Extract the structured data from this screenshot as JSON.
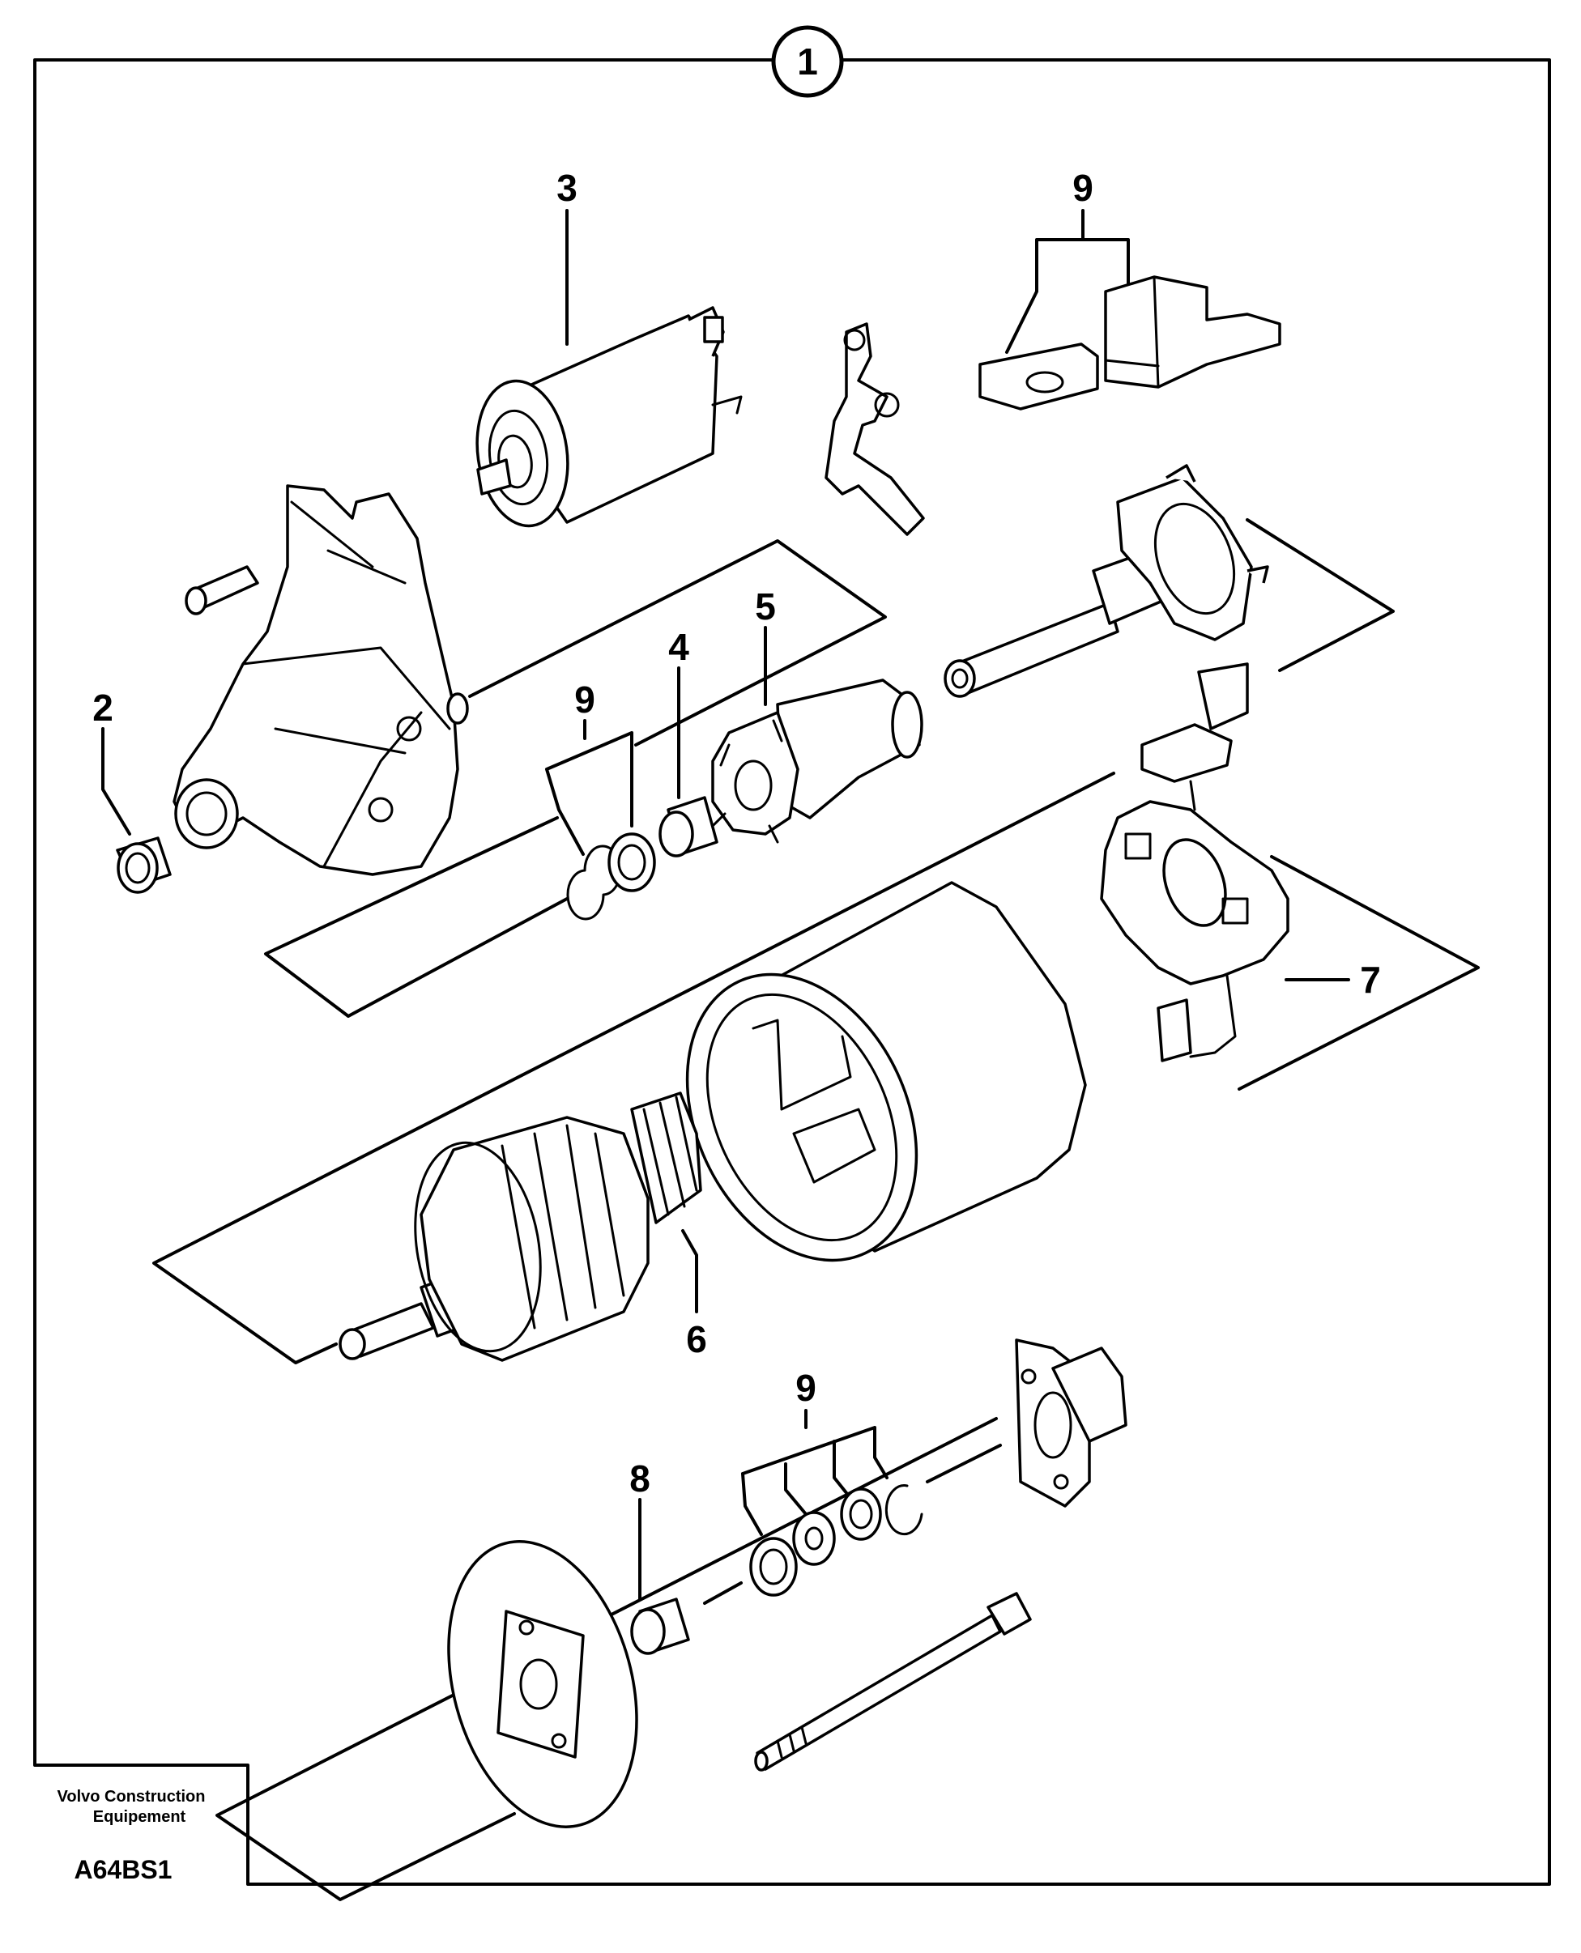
{
  "main_callout": "1",
  "callouts": [
    {
      "id": "c3",
      "label": "3"
    },
    {
      "id": "c9a",
      "label": "9"
    },
    {
      "id": "c2",
      "label": "2"
    },
    {
      "id": "c9b",
      "label": "9"
    },
    {
      "id": "c4",
      "label": "4"
    },
    {
      "id": "c5",
      "label": "5"
    },
    {
      "id": "c7",
      "label": "7"
    },
    {
      "id": "c6",
      "label": "6"
    },
    {
      "id": "c9c",
      "label": "9"
    },
    {
      "id": "c8",
      "label": "8"
    }
  ],
  "footer": {
    "company_line1": "Volvo Construction",
    "company_line2": "Equipement",
    "drawing_code": "A64BS1"
  }
}
